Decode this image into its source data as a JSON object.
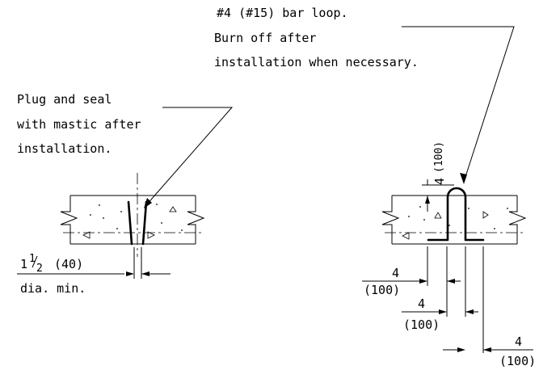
{
  "notes": {
    "bar_loop": [
      "#4 (#15) bar loop.",
      "Burn off after",
      "installation when necessary."
    ],
    "plug_seal": [
      "Plug and seal",
      "with mastic after",
      "installation."
    ]
  },
  "dims": {
    "hole_whole": "1",
    "hole_num": "1",
    "hole_den": "2",
    "hole_metric": "(40)",
    "hole_note": "dia. min.",
    "top_vert": "4",
    "top_vert_metric": "(100)",
    "d1": "4",
    "d1_metric": "(100)",
    "d2": "4",
    "d2_metric": "(100)",
    "d3": "4",
    "d3_metric": "(100)"
  }
}
